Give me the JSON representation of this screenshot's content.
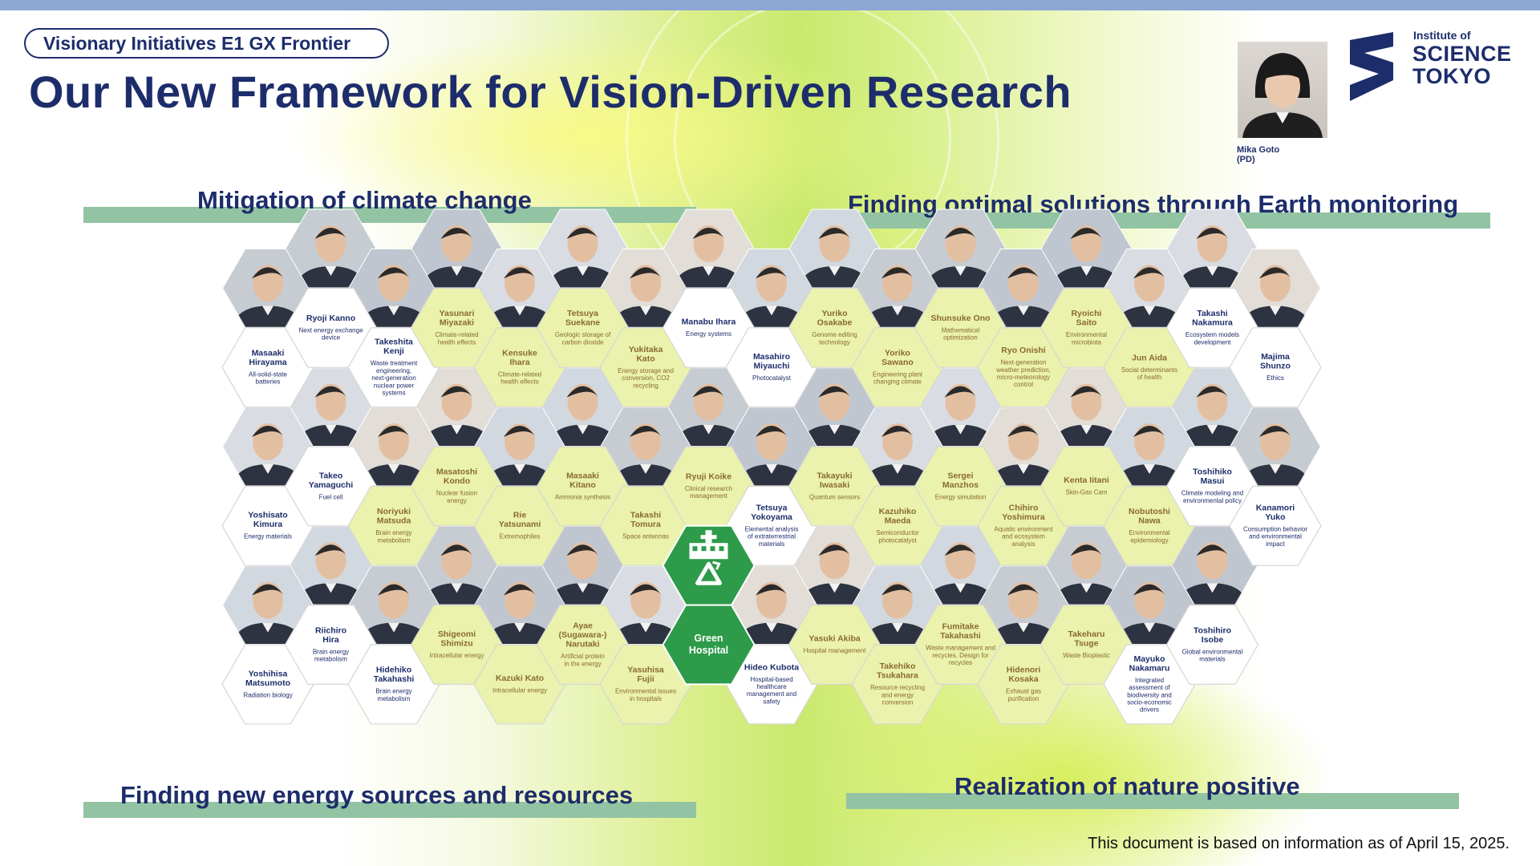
{
  "header": {
    "tag": "Visionary Initiatives E1 GX Frontier",
    "title": "Our New Framework for Vision-Driven Research"
  },
  "pd": {
    "name": "Mika Goto",
    "role": "(PD)"
  },
  "logo": {
    "line1": "Institute of",
    "line2": "SCIENCE",
    "line3": "TOKYO",
    "color": "#1d2d6b"
  },
  "quadrants": {
    "top_left": "Mitigation of climate change",
    "top_right": "Finding optimal solutions through Earth monitoring",
    "bottom_left": "Finding new energy sources and resources",
    "bottom_right": "Realization of nature positive"
  },
  "center": {
    "label": "Green Hospital",
    "icon": "hospital-icon",
    "recycle_icon": "recycle-icon"
  },
  "colors": {
    "navy": "#1d2d6b",
    "bar": "#92c4a3",
    "green_center": "#2e9b4a",
    "brown_text": "#8a6a2f",
    "hex_white": "#ffffff",
    "hex_yellow": "#eaf2ad"
  },
  "researchers": [
    {
      "name": "Masaaki Hirayama",
      "topic": "All-solid-state batteries",
      "col": 0,
      "row": 3,
      "style": "white"
    },
    {
      "name": "Yoshisato Kimura",
      "topic": "Energy materials",
      "col": 0,
      "row": 7,
      "style": "white"
    },
    {
      "name": "Yoshihisa Matsumoto",
      "topic": "Radiation biology",
      "col": 0,
      "row": 11,
      "style": "white"
    },
    {
      "name": "Ryoji Kanno",
      "topic": "Next energy exchange device",
      "col": 1,
      "row": 2,
      "style": "white"
    },
    {
      "name": "Takeo Yamaguchi",
      "topic": "Fuel cell",
      "col": 1,
      "row": 6,
      "style": "white"
    },
    {
      "name": "Riichiro Hira",
      "topic": "Brain energy metabolism",
      "col": 1,
      "row": 10,
      "style": "white"
    },
    {
      "name": "Takeshita Kenji",
      "topic": "Waste treatment engineering, next-generation nuclear power systems",
      "col": 2,
      "row": 3,
      "style": "white"
    },
    {
      "name": "Noriyuki Matsuda",
      "topic": "Brain energy metabolism",
      "col": 2,
      "row": 7,
      "style": "yellow"
    },
    {
      "name": "Hidehiko Takahashi",
      "topic": "Brain energy metabolism",
      "col": 2,
      "row": 11,
      "style": "white"
    },
    {
      "name": "Yasunari Miyazaki",
      "topic": "Climate-related health effects",
      "col": 3,
      "row": 2,
      "style": "yellow"
    },
    {
      "name": "Masatoshi Kondo",
      "topic": "Nuclear fusion energy",
      "col": 3,
      "row": 6,
      "style": "yellow"
    },
    {
      "name": "Shigeomi Shimizu",
      "topic": "Intracellular energy",
      "col": 3,
      "row": 10,
      "style": "yellow"
    },
    {
      "name": "Kensuke Ihara",
      "topic": "Climate-related health effects",
      "col": 4,
      "row": 3,
      "style": "yellow"
    },
    {
      "name": "Rie Yatsunami",
      "topic": "Extremophiles",
      "col": 4,
      "row": 7,
      "style": "yellow"
    },
    {
      "name": "Kazuki Kato",
      "topic": "Intracellular energy",
      "col": 4,
      "row": 11,
      "style": "yellow"
    },
    {
      "name": "Tetsuya Suekane",
      "topic": "Geologic storage of carbon dioxide",
      "col": 5,
      "row": 2,
      "style": "yellow"
    },
    {
      "name": "Masaaki Kitano",
      "topic": "Ammonia synthesis",
      "col": 5,
      "row": 6,
      "style": "yellow"
    },
    {
      "name": "Ayae (Sugawara-) Narutaki",
      "topic": "Artificial protein in the energy",
      "col": 5,
      "row": 10,
      "style": "yellow"
    },
    {
      "name": "Yukitaka Kato",
      "topic": "Energy storage and conversion, CO2 recycling",
      "col": 6,
      "row": 3,
      "style": "yellow"
    },
    {
      "name": "Takashi Tomura",
      "topic": "Space antennas",
      "col": 6,
      "row": 7,
      "style": "yellow"
    },
    {
      "name": "Yasuhisa Fujii",
      "topic": "Environmental issues in hospitals",
      "col": 6,
      "row": 11,
      "style": "yellow"
    },
    {
      "name": "Manabu Ihara",
      "topic": "Energy systems",
      "col": 7,
      "row": 2,
      "style": "white"
    },
    {
      "name": "Ryuji Koike",
      "topic": "Clinical research management",
      "col": 7,
      "row": 6,
      "style": "yellow"
    },
    {
      "name": "Masahiro Miyauchi",
      "topic": "Photocatalyst",
      "col": 8,
      "row": 3,
      "style": "white"
    },
    {
      "name": "Tetsuya Yokoyama",
      "topic": "Elemental analysis of extraterrestrial materials",
      "col": 8,
      "row": 7,
      "style": "white"
    },
    {
      "name": "Hideo Kubota",
      "topic": "Hospital-based healthcare management and safety",
      "col": 8,
      "row": 11,
      "style": "white"
    },
    {
      "name": "Yuriko Osakabe",
      "topic": "Genome editing technology",
      "col": 9,
      "row": 2,
      "style": "yellow"
    },
    {
      "name": "Takayuki Iwasaki",
      "topic": "Quantum sensors",
      "col": 9,
      "row": 6,
      "style": "yellow"
    },
    {
      "name": "Yasuki Akiba",
      "topic": "Hospital management",
      "col": 9,
      "row": 10,
      "style": "yellow"
    },
    {
      "name": "Yoriko Sawano",
      "topic": "Engineering plant changing climate",
      "col": 10,
      "row": 3,
      "style": "yellow"
    },
    {
      "name": "Kazuhiko Maeda",
      "topic": "Semiconductor photocatalyst",
      "col": 10,
      "row": 7,
      "style": "yellow"
    },
    {
      "name": "Takehiko Tsukahara",
      "topic": "Resource recycling and energy conversion",
      "col": 10,
      "row": 11,
      "style": "yellow"
    },
    {
      "name": "Shunsuke Ono",
      "topic": "Mathematical optimization",
      "col": 11,
      "row": 2,
      "style": "yellow"
    },
    {
      "name": "Sergei Manzhos",
      "topic": "Energy simulation",
      "col": 11,
      "row": 6,
      "style": "yellow"
    },
    {
      "name": "Fumitake Takahashi",
      "topic": "Waste management and recycles, Design for recycles",
      "col": 11,
      "row": 10,
      "style": "yellow"
    },
    {
      "name": "Ryo Onishi",
      "topic": "Next-generation weather prediction, micro-meteorology control",
      "col": 12,
      "row": 3,
      "style": "yellow"
    },
    {
      "name": "Chihiro Yoshimura",
      "topic": "Aquatic environment and ecosystem analysis",
      "col": 12,
      "row": 7,
      "style": "yellow"
    },
    {
      "name": "Hidenori Kosaka",
      "topic": "Exhaust gas purification",
      "col": 12,
      "row": 11,
      "style": "yellow"
    },
    {
      "name": "Ryoichi Saito",
      "topic": "Environmental microbiota",
      "col": 13,
      "row": 2,
      "style": "yellow"
    },
    {
      "name": "Kenta Iitani",
      "topic": "Skin-Gas Cam",
      "col": 13,
      "row": 6,
      "style": "yellow"
    },
    {
      "name": "Takeharu Tsuge",
      "topic": "Waste Bioplastic",
      "col": 13,
      "row": 10,
      "style": "yellow"
    },
    {
      "name": "Jun Aida",
      "topic": "Social determinants of health",
      "col": 14,
      "row": 3,
      "style": "yellow"
    },
    {
      "name": "Nobutoshi Nawa",
      "topic": "Environmental epidemiology",
      "col": 14,
      "row": 7,
      "style": "yellow"
    },
    {
      "name": "Mayuko Nakamaru",
      "topic": "Integrated assessment of biodiversity and socio-economic drivers",
      "col": 14,
      "row": 11,
      "style": "white"
    },
    {
      "name": "Takashi Nakamura",
      "topic": "Ecosystem models development",
      "col": 15,
      "row": 2,
      "style": "white"
    },
    {
      "name": "Toshihiko Masui",
      "topic": "Climate modeling and environmental policy",
      "col": 15,
      "row": 6,
      "style": "white"
    },
    {
      "name": "Toshihiro Isobe",
      "topic": "Global environmental materials",
      "col": 15,
      "row": 10,
      "style": "white"
    },
    {
      "name": "Majima Shunzo",
      "topic": "Ethics",
      "col": 16,
      "row": 3,
      "style": "white"
    },
    {
      "name": "Kanamori Yuko",
      "topic": "Consumption behavior and environmental impact",
      "col": 16,
      "row": 7,
      "style": "white"
    }
  ],
  "footer_note": "This document is based on information as of April 15, 2025."
}
